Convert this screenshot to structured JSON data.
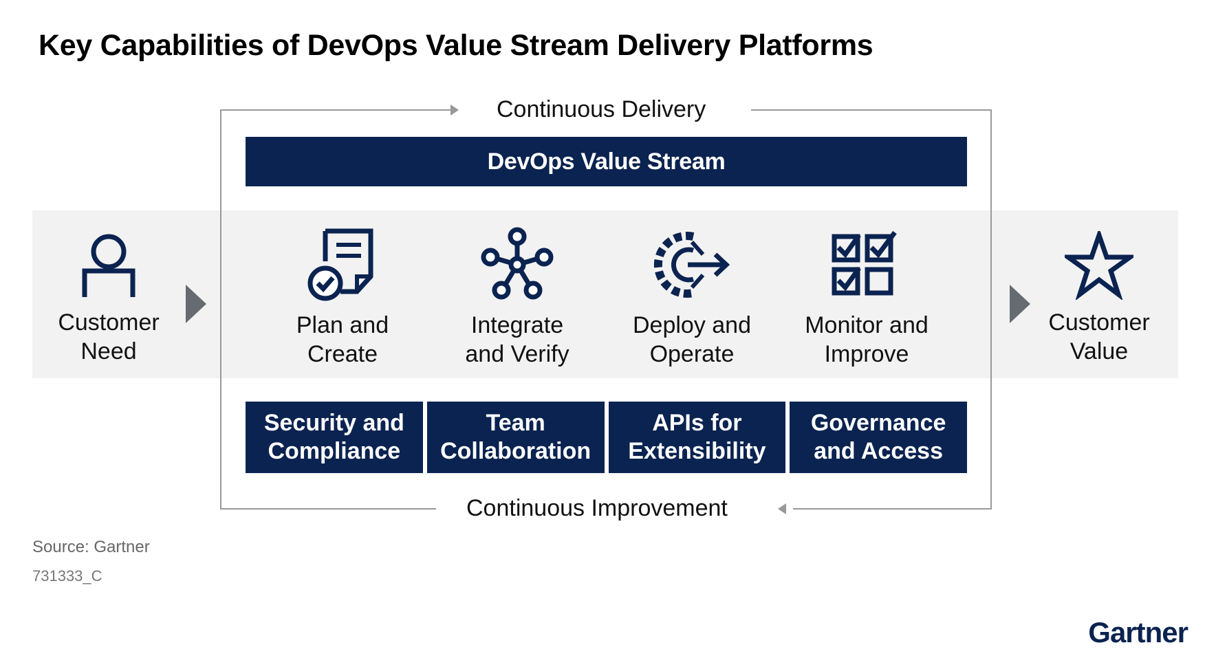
{
  "title": "Key Capabilities of DevOps Value Stream Delivery Platforms",
  "flow": {
    "top_label": "Continuous Delivery",
    "bottom_label": "Continuous Improvement"
  },
  "value_stream_bar": "DevOps Value Stream",
  "customer_need": {
    "label": "Customer\nNeed",
    "icon": "person-icon"
  },
  "customer_value": {
    "label": "Customer\nValue",
    "icon": "star-icon"
  },
  "steps": [
    {
      "label": "Plan and\nCreate",
      "icon": "document-check-icon"
    },
    {
      "label": "Integrate\nand Verify",
      "icon": "network-nodes-icon"
    },
    {
      "label": "Deploy and\nOperate",
      "icon": "gear-arrow-icon"
    },
    {
      "label": "Monitor and\nImprove",
      "icon": "checklist-grid-icon"
    }
  ],
  "capabilities": [
    "Security and\nCompliance",
    "Team\nCollaboration",
    "APIs for\nExtensibility",
    "Governance\nand Access"
  ],
  "footer": {
    "source": "Source: Gartner",
    "code": "731333_C",
    "brand": "Gartner"
  },
  "colors": {
    "navy": "#0b2350",
    "band": "#f2f2f2",
    "frame": "#999999",
    "arrow": "#666b72"
  }
}
